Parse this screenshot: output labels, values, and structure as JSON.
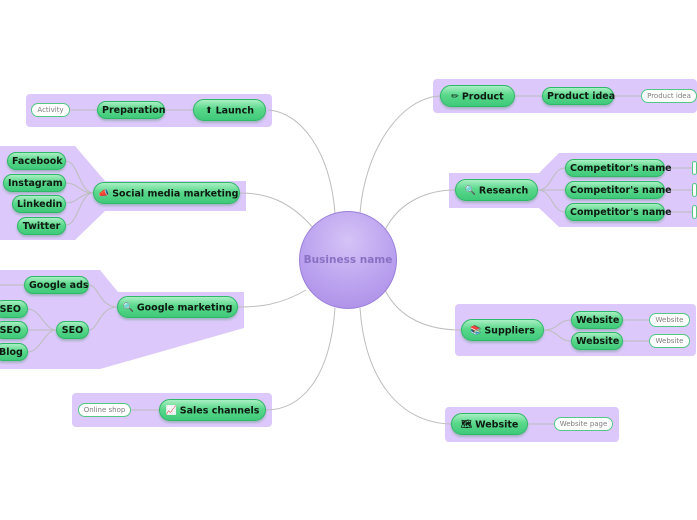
{
  "center": {
    "label": "Business name"
  },
  "branches": {
    "launch": {
      "label": "Launch",
      "icon": "upload-icon",
      "children": [
        {
          "label": "Preparation",
          "leaf": "Activity"
        }
      ]
    },
    "social": {
      "label": "Social media marketing",
      "icon": "megaphone-icon",
      "children": [
        "Facebook",
        "Instagram",
        "Linkedin",
        "Twitter"
      ]
    },
    "google": {
      "label": "Google marketing",
      "icon": "magnifier-icon",
      "children": [
        {
          "label": "Google ads"
        },
        {
          "label": "SEO",
          "children": [
            "SEO",
            "SEO",
            "Blog"
          ]
        }
      ]
    },
    "sales": {
      "label": "Sales channels",
      "icon": "chart-icon",
      "leaf": "Online shop"
    },
    "product": {
      "label": "Product",
      "icon": "pencil-icon",
      "children": [
        {
          "label": "Product idea",
          "leaf": "Product idea"
        }
      ]
    },
    "research": {
      "label": "Research",
      "icon": "magnifier-icon",
      "children": [
        "Competitor's name",
        "Competitor's name",
        "Competitor's name"
      ]
    },
    "suppliers": {
      "label": "Suppliers",
      "icon": "books-icon",
      "children": [
        {
          "label": "Website",
          "leaf": "Website"
        },
        {
          "label": "Website",
          "leaf": "Website"
        }
      ]
    },
    "website": {
      "label": "Website",
      "icon": "globe-icon",
      "leaf": "Website page"
    }
  },
  "colors": {
    "region": "#dcc8fb",
    "node": "#3fc97a",
    "center": "#bba2ef",
    "line": "#bdbdbd"
  }
}
